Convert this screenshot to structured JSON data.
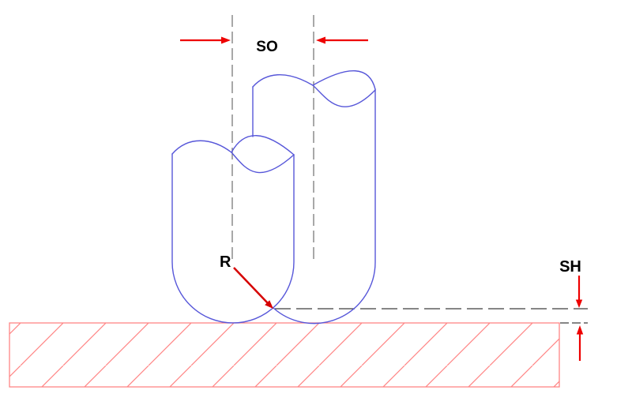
{
  "diagram": {
    "type": "cad-illustration",
    "subject": "ball-nose tool stepover and scallop height",
    "labels": {
      "stepover": "SO",
      "radius": "R",
      "scallop_height": "SH"
    }
  },
  "colors": {
    "background": "#ffffff",
    "cylinder_stroke": "#5757d9",
    "arrow_red": "#ee0000",
    "radius_arrow_red": "#d60000",
    "hatch_stroke": "#ff8585",
    "workpiece_border": "#ff8585",
    "dash_vertical": "#6f6f6f",
    "dash_horizontal": "#3d3d3d",
    "label_text": "#000000"
  }
}
